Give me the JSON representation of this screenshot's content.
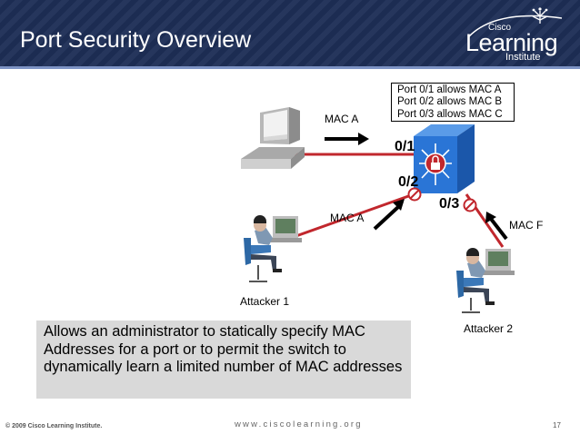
{
  "slide": {
    "title": "Port Security Overview",
    "logo": {
      "cisco": "Cisco",
      "learning": "Learning",
      "institute": "Institute"
    }
  },
  "diagram": {
    "port_policy": [
      "Port 0/1 allows MAC A",
      "Port 0/2 allows MAC B",
      "Port 0/3 allows MAC C"
    ],
    "ports": [
      "0/1",
      "0/2",
      "0/3"
    ],
    "mac_labels": {
      "pc": "MAC A",
      "attacker1": "MAC A",
      "attacker2": "MAC F"
    },
    "nodes": {
      "attacker1": "Attacker 1",
      "attacker2": "Attacker 2"
    },
    "colors": {
      "link": "#c1272d",
      "switch": "#1f6fd0",
      "blocked": "#c1272d"
    }
  },
  "description": "Allows  an administrator to statically specify MAC Addresses for a port or to permit the switch to dynamically learn a limited number of MAC addresses",
  "footer": {
    "copyright": "© 2009 Cisco Learning Institute.",
    "url": "www.ciscolearning.org",
    "page": "17"
  }
}
